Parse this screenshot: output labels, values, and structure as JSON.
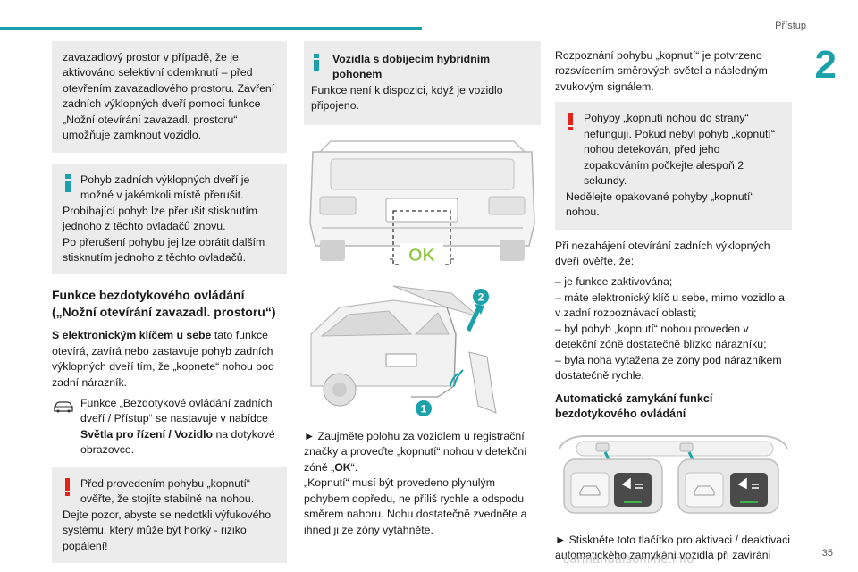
{
  "header": {
    "section": "Přístup",
    "chapter": "2",
    "page": "35"
  },
  "watermark": "carmanualsonline.info",
  "col1": {
    "box1": "zavazadlový prostor v případě, že je aktivováno selektivní odemknutí – před otevřením zavazadlového prostoru. Zavření zadních výklopných dveří pomocí funkce „Nožní otevírání zavazadl. prostoru“ umožňuje zamknout vozidlo.",
    "box2": {
      "l1": "Pohyb zadních výklopných dveří je možné v jakémkoli místě přerušit.",
      "l2": "Probíhající pohyb lze přerušit stisknutím jednoho z těchto ovladačů znovu.",
      "l3": "Po přerušení pohybu jej lze obrátit dalším stisknutím jednoho z těchto ovladačů."
    },
    "heading": "Funkce bezdotykového ovládání („Nožní otevírání zavazadl. prostoru“)",
    "p1_bold": "S elektronickým klíčem u sebe",
    "p1_rest": " tato funkce otevírá, zavírá nebo zastavuje pohyb zadních výklopných dveří tím, že „kopnete“ nohou pod zadní nárazník.",
    "p2_pre": "Funkce „Bezdotykové ovládání zadních dveří / Přístup“ se nastavuje v nabídce ",
    "p2_bold": "Světla pro řízení / Vozidlo",
    "p2_post": " na dotykové obrazovce.",
    "box3": {
      "l1": "Před provedením pohybu „kopnutí“ ověřte, že stojíte stabilně na nohou.",
      "l2": "Dejte pozor, abyste se nedotkli výfukového systému, který může být horký - riziko popálení!"
    }
  },
  "col2": {
    "box": {
      "title": "Vozidla s dobíjecím hybridním pohonem",
      "text": "Funkce není k dispozici, když je vozidlo připojeno."
    },
    "ok_label": "OK",
    "callout1": "1",
    "callout2": "2",
    "p1_pre": "► Zaujměte polohu za vozidlem u registrační značky a proveďte „kopnutí“ nohou v detekční zóně „",
    "p1_bold": "OK",
    "p1_post": "“.",
    "p2": "„Kopnutí“ musí být provedeno plynulým pohybem dopředu, ne příliš rychle a odspodu směrem nahoru. Nohu dostatečně zvedněte a ihned ji ze zóny vytáhněte."
  },
  "col3": {
    "p1": "Rozpoznání pohybu „kopnutí“ je potvrzeno rozsvícením směrových světel a následným zvukovým signálem.",
    "box": {
      "l1": "Pohyby „kopnutí nohou do strany“ nefungují. Pokud nebyl pohyb „kopnutí“ nohou detekován, před jeho zopakováním počkejte alespoň 2 sekundy.",
      "l2": "Nedělejte opakované pohyby „kopnutí“ nohou."
    },
    "p2": "Při nezahájení otevírání zadních výklopných dveří ověřte, že:",
    "list": [
      "– je funkce zaktivována;",
      "– máte elektronický klíč u sebe, mimo vozidlo a v zadní rozpoznávací oblasti;",
      "– byl pohyb „kopnutí“ nohou proveden v detekční zóně dostatečně blízko nárazníku;",
      "– byla noha vytažena ze zóny pod nárazníkem dostatečně rychle."
    ],
    "heading": "Automatické zamykání funkcí bezdotykového ovládání",
    "p3": "► Stiskněte toto tlačítko pro aktivaci / deaktivaci automatického zamykání vozidla při zavírání"
  },
  "colors": {
    "accent": "#1aa1a9",
    "warning": "#e2231a",
    "box_bg": "#ececec",
    "ok_green": "#8cc63f",
    "led_green": "#3cb44b"
  },
  "icons": [
    "info-icon",
    "warning-icon",
    "car-menu-icon"
  ]
}
